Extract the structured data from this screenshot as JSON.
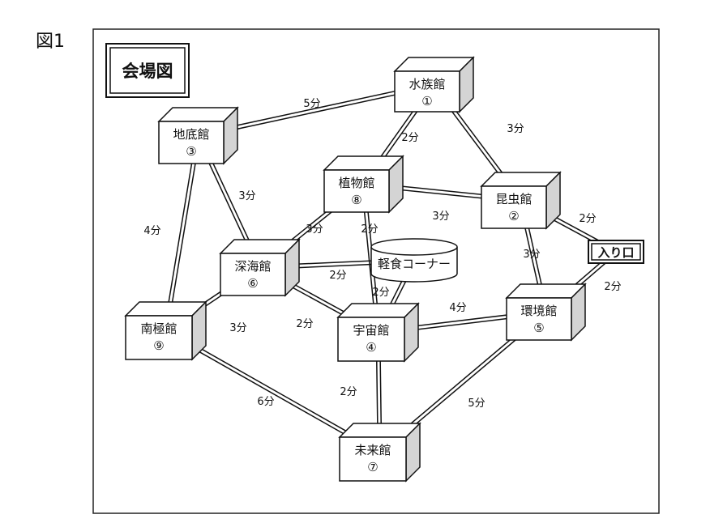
{
  "figure_label": "図1",
  "title": "会場図",
  "entrance_label": "入り口",
  "snack_corner_label": "軽食コーナー",
  "buildings": [
    {
      "id": "suizokukan",
      "name": "水族館",
      "number": "①"
    },
    {
      "id": "konchukan",
      "name": "昆虫館",
      "number": "②"
    },
    {
      "id": "chiteikan",
      "name": "地底館",
      "number": "③"
    },
    {
      "id": "uchukan",
      "name": "宇宙館",
      "number": "④"
    },
    {
      "id": "kankyokan",
      "name": "環境館",
      "number": "⑤"
    },
    {
      "id": "shinkaikan",
      "name": "深海館",
      "number": "⑥"
    },
    {
      "id": "miraikan",
      "name": "未来館",
      "number": "⑦"
    },
    {
      "id": "shokubutsukan",
      "name": "植物館",
      "number": "⑧"
    },
    {
      "id": "nankyokukan",
      "name": "南極館",
      "number": "⑨"
    }
  ],
  "paths": [
    {
      "from": "chiteikan",
      "to": "suizokukan",
      "time": "5分"
    },
    {
      "from": "suizokukan",
      "to": "konchukan",
      "time": "3分"
    },
    {
      "from": "suizokukan",
      "to": "shokubutsukan",
      "time": "2分"
    },
    {
      "from": "chiteikan",
      "to": "shinkaikan",
      "time": "3分"
    },
    {
      "from": "chiteikan",
      "to": "nankyokukan",
      "time": "4分"
    },
    {
      "from": "shokubutsukan",
      "to": "konchukan",
      "time": "3分"
    },
    {
      "from": "shokubutsukan",
      "to": "shinkaikan",
      "time": "3分"
    },
    {
      "from": "shokubutsukan",
      "to": "uchukan",
      "time": "2分"
    },
    {
      "from": "konchukan",
      "to": "entrance",
      "time": "2分"
    },
    {
      "from": "konchukan",
      "to": "kankyokan",
      "time": "3分"
    },
    {
      "from": "kankyokan",
      "to": "entrance",
      "time": "2分"
    },
    {
      "from": "shinkaikan",
      "to": "snack",
      "time": "2分"
    },
    {
      "from": "snack",
      "to": "uchukan",
      "time": "2分"
    },
    {
      "from": "shinkaikan",
      "to": "uchukan",
      "time": "2分"
    },
    {
      "from": "shinkaikan",
      "to": "nankyokukan",
      "time": "3分"
    },
    {
      "from": "uchukan",
      "to": "kankyokan",
      "time": "4分"
    },
    {
      "from": "uchukan",
      "to": "miraikan",
      "time": "2分"
    },
    {
      "from": "nankyokukan",
      "to": "miraikan",
      "time": "6分"
    },
    {
      "from": "kankyokan",
      "to": "miraikan",
      "time": "5分"
    }
  ]
}
